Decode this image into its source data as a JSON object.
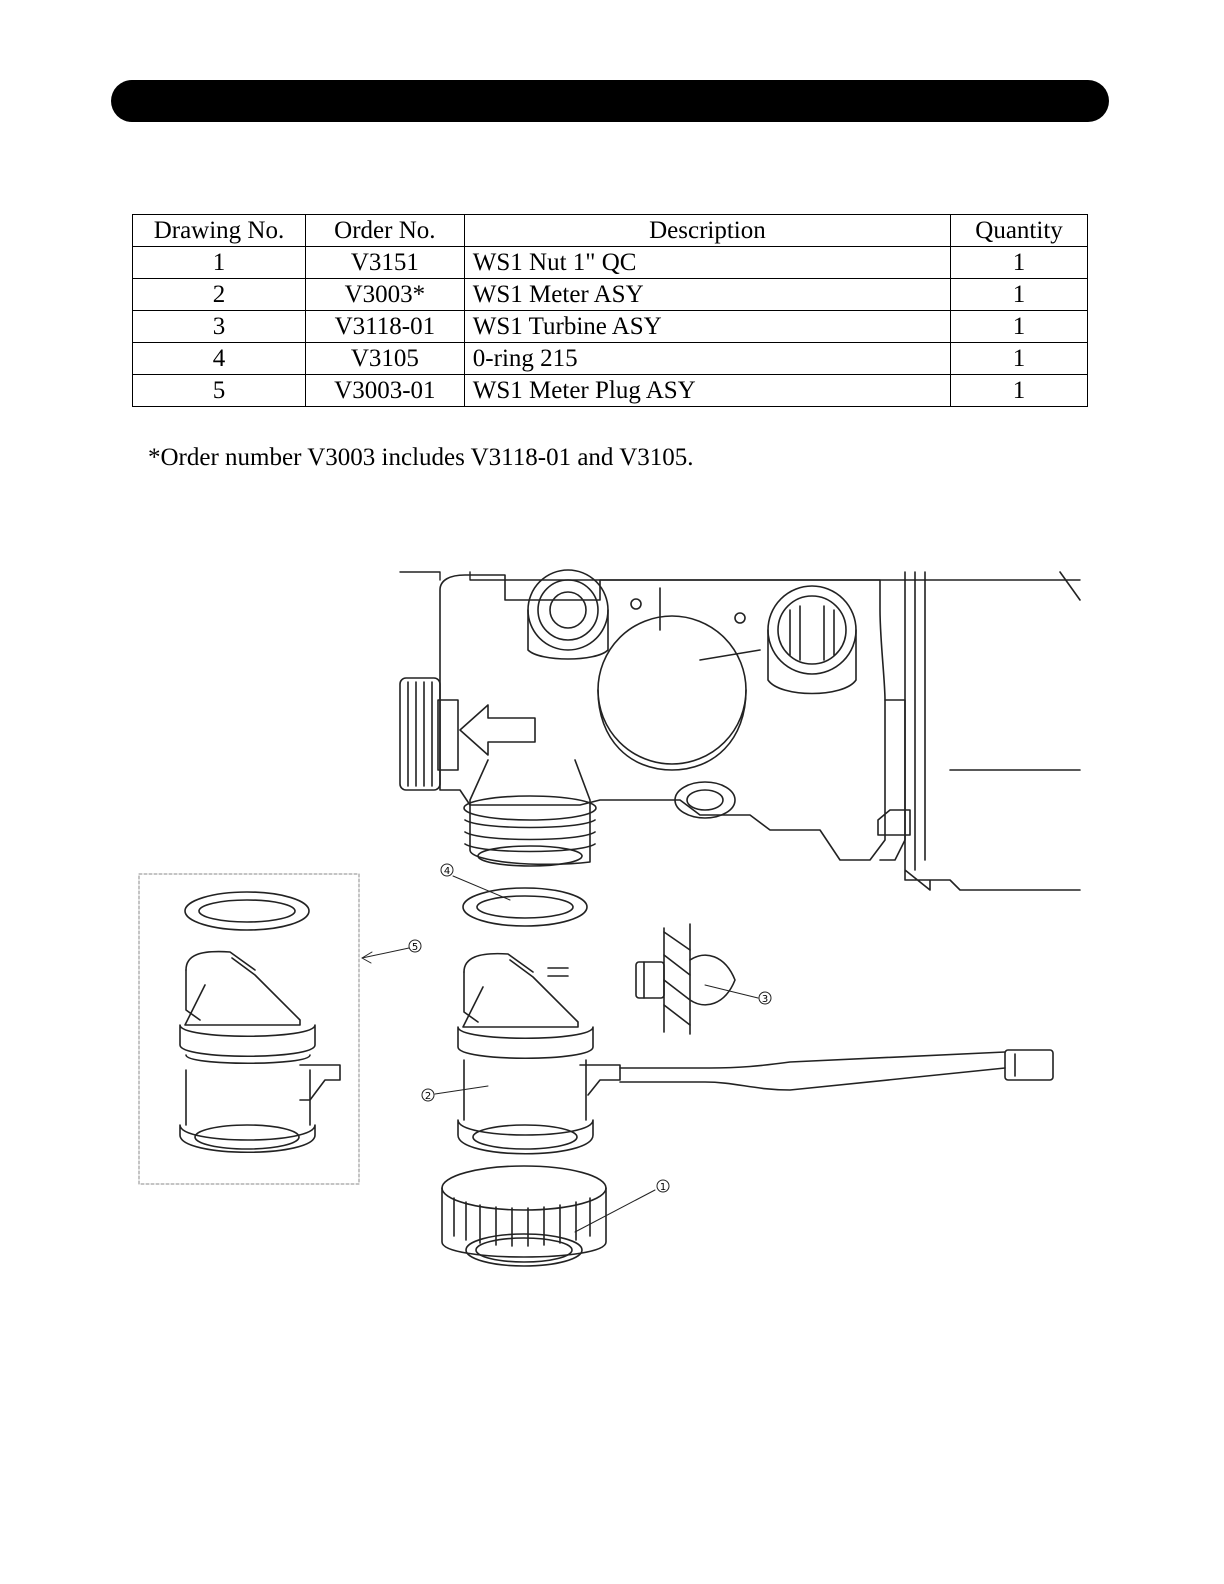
{
  "table": {
    "headers": [
      "Drawing No.",
      "Order No.",
      "Description",
      "Quantity"
    ],
    "rows": [
      {
        "drawing": "1",
        "order": "V3151",
        "description": "WS1 Nut 1\" QC",
        "quantity": "1"
      },
      {
        "drawing": "2",
        "order": "V3003*",
        "description": "WS1 Meter ASY",
        "quantity": "1"
      },
      {
        "drawing": "3",
        "order": "V3118-01",
        "description": "WS1 Turbine ASY",
        "quantity": "1"
      },
      {
        "drawing": "4",
        "order": "V3105",
        "description": "0-ring 215",
        "quantity": "1"
      },
      {
        "drawing": "5",
        "order": "V3003-01",
        "description": "WS1 Meter Plug ASY",
        "quantity": "1"
      }
    ]
  },
  "footnote": "*Order number V3003 includes V3118-01 and V3105.",
  "callouts": [
    "1",
    "2",
    "3",
    "4",
    "5"
  ]
}
